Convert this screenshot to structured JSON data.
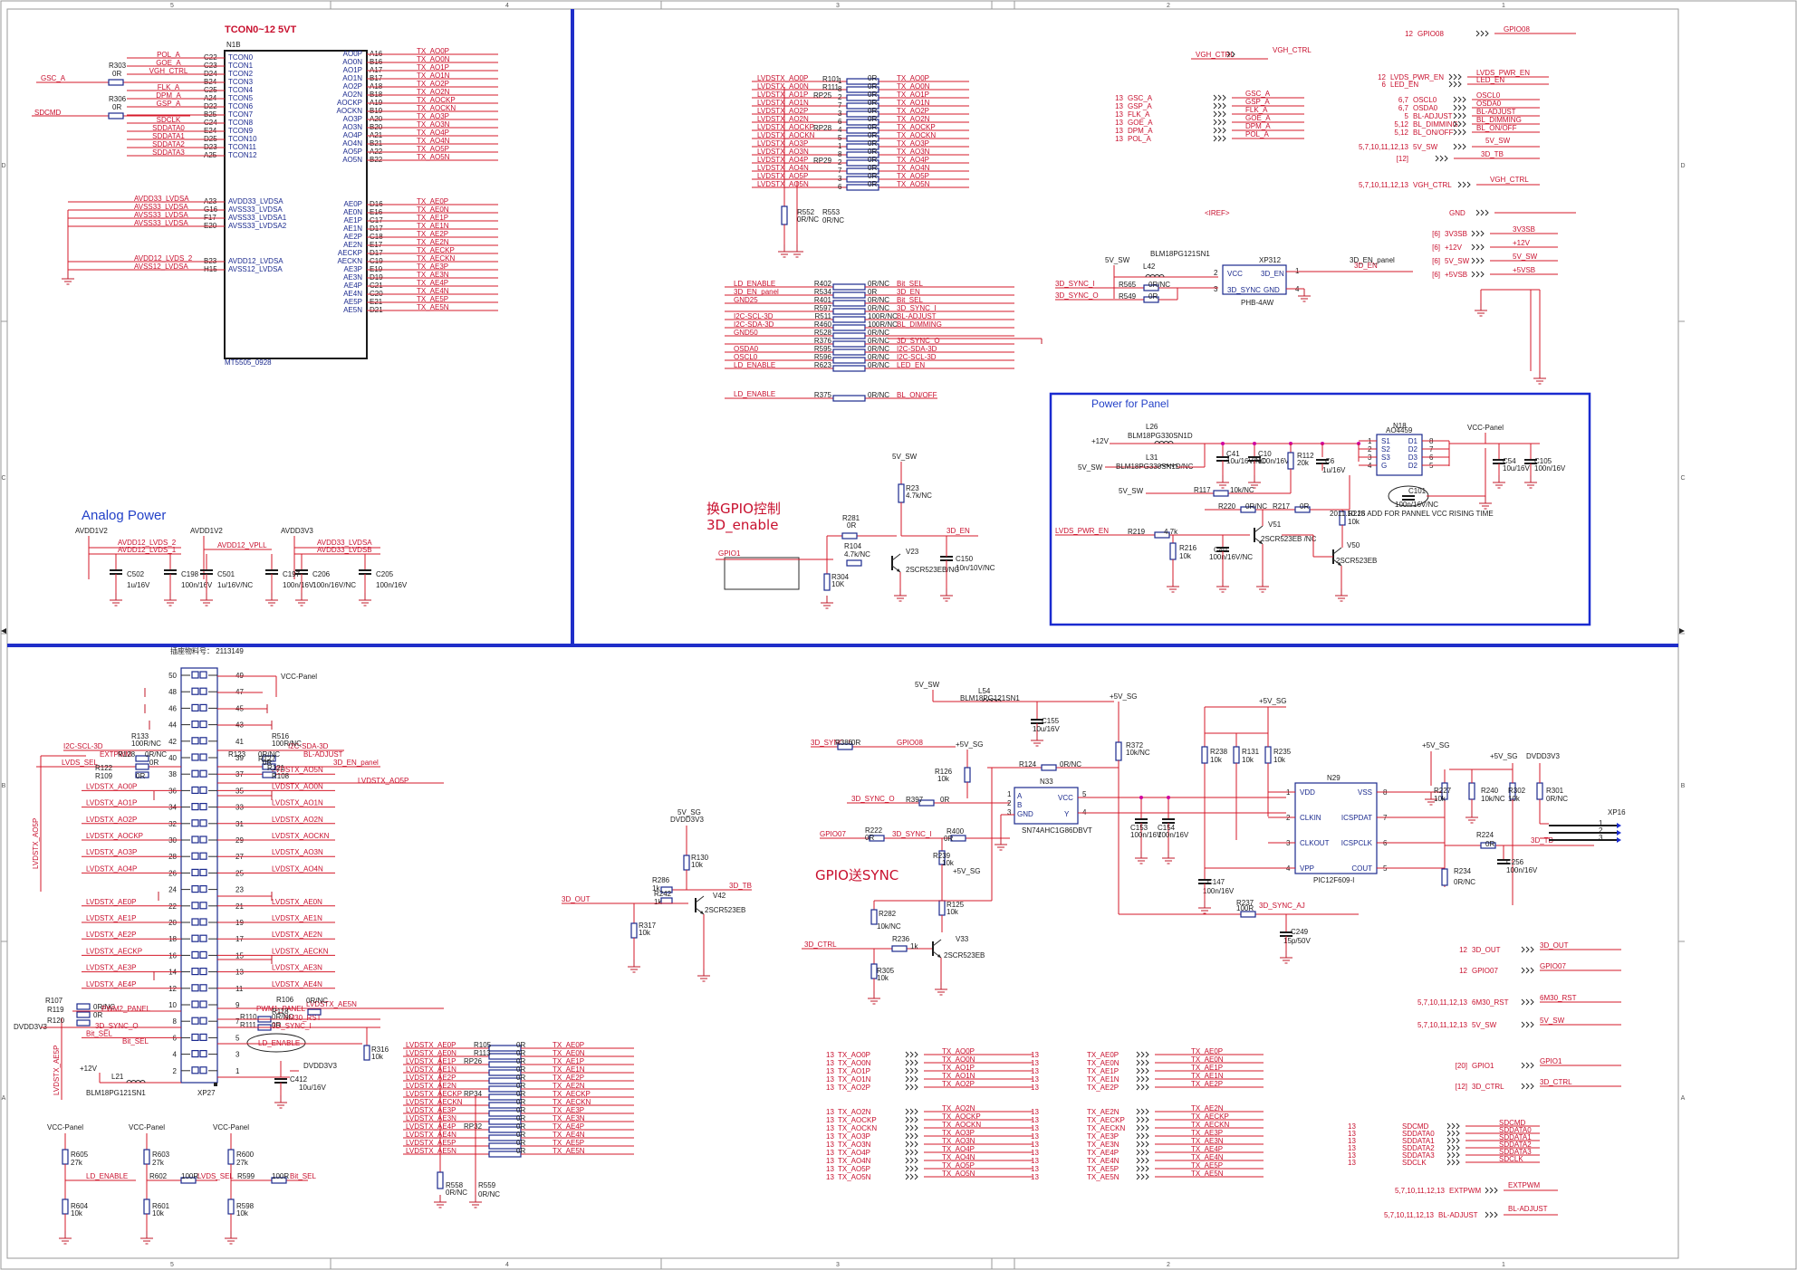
{
  "sheet": {
    "ruler_top": [
      "5",
      "4",
      "3",
      "2",
      "1"
    ],
    "ruler_side": [
      "D",
      "C",
      "B",
      "A"
    ]
  },
  "colors": {
    "wire": "#d6192a",
    "component": "#1b2a8e",
    "divider": "#1f2ec9",
    "junction": "#d000a0",
    "text_red": "#c8102e"
  },
  "tcon": {
    "title": "TCON0~12  5VT",
    "ref": "N1B",
    "part": "MT5505_0928",
    "left_nets": [
      "POL_A",
      "GOE_A",
      "VGH_CTRL",
      "",
      "FLK_A",
      "DPM_A",
      "GSP_A",
      "",
      "SDCLK",
      "SDDATA0",
      "SDDATA1",
      "SDDATA2",
      "SDDATA3"
    ],
    "left_balls": [
      "C22",
      "C23",
      "D24",
      "B24",
      "C25",
      "A24",
      "D22",
      "B25",
      "C24",
      "E24",
      "D25",
      "D23",
      "A25"
    ],
    "left_pins": [
      "TCON0",
      "TCON1",
      "TCON2",
      "TCON3",
      "TCON4",
      "TCON5",
      "TCON6",
      "TCON7",
      "TCON8",
      "TCON9",
      "TCON10",
      "TCON11",
      "TCON12"
    ],
    "right_pins_a": [
      "AO0P",
      "AO0N",
      "AO1P",
      "AO1N",
      "AO2P",
      "AO2N",
      "AOCKP",
      "AOCKN",
      "AO3P",
      "AO3N",
      "AO4P",
      "AO4N",
      "AO5P",
      "AO5N"
    ],
    "right_balls_a": [
      "A16",
      "B16",
      "A17",
      "B17",
      "A18",
      "B18",
      "A19",
      "B19",
      "A20",
      "B20",
      "A21",
      "B21",
      "A22",
      "B22"
    ],
    "right_nets_a": [
      "TX_AO0P",
      "TX_AO0N",
      "TX_AO1P",
      "TX_AO1N",
      "TX_AO2P",
      "TX_AO2N",
      "TX_AOCKP",
      "TX_AOCKN",
      "TX_AO3P",
      "TX_AO3N",
      "TX_AO4P",
      "TX_AO4N",
      "TX_AO5P",
      "TX_AO5N"
    ],
    "right_pins_e": [
      "AE0P",
      "AE0N",
      "AE1P",
      "AE1N",
      "AE2P",
      "AE2N",
      "AECKP",
      "AECKN",
      "AE3P",
      "AE3N",
      "AE4P",
      "AE4N",
      "AE5P",
      "AE5N"
    ],
    "right_balls_e": [
      "D16",
      "E16",
      "C17",
      "D17",
      "C18",
      "E17",
      "D17",
      "C19",
      "E19",
      "D19",
      "C21",
      "C20",
      "E21",
      "D21"
    ],
    "right_nets_e": [
      "TX_AE0P",
      "TX_AE0N",
      "TX_AE1P",
      "TX_AE1N",
      "TX_AE2P",
      "TX_AE2N",
      "TX_AECKP",
      "TX_AECKN",
      "TX_AE3P",
      "TX_AE3N",
      "TX_AE4P",
      "TX_AE4N",
      "TX_AE5P",
      "TX_AE5N"
    ],
    "power_nets": [
      "AVDD33_LVDSA",
      "AVSS33_LVDSA",
      "AVSS33_LVDSA",
      "AVSS33_LVDSA"
    ],
    "power_balls": [
      "A23",
      "G16",
      "F17",
      "E20"
    ],
    "power_pins": [
      "AVDD33_LVDSA",
      "AVSS33_LVDSA",
      "AVSS33_LVDSA1",
      "AVSS33_LVDSA2"
    ],
    "power12_nets": [
      "AVDD12_LVDS_2",
      "AVSS12_LVDSA"
    ],
    "power12_balls": [
      "B23",
      "H15"
    ],
    "power12_pins": [
      "AVDD12_LVDSA",
      "AVSS12_LVDSA"
    ],
    "gsc_net": "GSC_A",
    "gsc_res": "R303",
    "gsc_val": "0R",
    "sdcmd_net": "SDCMD",
    "sdcmd_res": "R306",
    "sdcmd_val": "0R"
  },
  "analog_power": {
    "title": "Analog Power",
    "rails": [
      "AVDD1V2",
      "AVDD1V2",
      "AVDD3V3"
    ],
    "nets": [
      "AVDD12_LVDS_2",
      "AVDD12_LVDS_1",
      "AVDD12_VPLL",
      "AVDD33_LVDSA",
      "AVDD33_LVDSB"
    ],
    "caps": [
      "C502",
      "C198",
      "C501",
      "C197",
      "C206",
      "C205"
    ],
    "values": [
      "1u/16V",
      "100n/16V",
      "1u/16V/NC",
      "100n/16V",
      "100n/16V/NC",
      "100n/16V"
    ]
  },
  "lvds_res": {
    "inputs": [
      "LVDSTX_AO0P",
      "LVDSTX_AO0N",
      "LVDSTX_AO1P",
      "LVDSTX_AO1N",
      "LVDSTX_AO2P",
      "LVDSTX_AO2N",
      "LVDSTX_AOCKP",
      "LVDSTX_AOCKN",
      "LVDSTX_AO3P",
      "LVDSTX_AO3N",
      "LVDSTX_AO4P",
      "LVDSTX_AO4N",
      "LVDSTX_AO5P",
      "LVDSTX_AO5N"
    ],
    "outputs": [
      "TX_AO0P",
      "TX_AO0N",
      "TX_AO1P",
      "TX_AO1N",
      "TX_AO2P",
      "TX_AO2N",
      "TX_AOCKP",
      "TX_AOCKN",
      "TX_AO3P",
      "TX_AO3N",
      "TX_AO4P",
      "TX_AO4N",
      "TX_AO5P",
      "TX_AO5N"
    ],
    "refs": [
      "R101",
      "R111",
      "RP25",
      "RP28",
      "RP29"
    ],
    "values": [
      "0R",
      "0R",
      "0R",
      "0R",
      "0R",
      "0R",
      "0R",
      "0R",
      "0R",
      "0R",
      "0R",
      "0R",
      "0R",
      "0R"
    ],
    "pins": [
      "1",
      "8",
      "2",
      "7",
      "3",
      "6",
      "4",
      "5",
      "1",
      "8",
      "2",
      "7",
      "3",
      "6",
      "4",
      "5"
    ],
    "bottom_refs": [
      "R552",
      "R553"
    ],
    "bottom_vals": [
      "0R/NC",
      "0R/NC"
    ]
  },
  "sel_res": {
    "inputs": [
      "LD_ENABLE",
      "3D_EN_panel",
      "GND25",
      "",
      "I2C-SCL-3D",
      "I2C-SDA-3D",
      "GND50",
      "",
      "OSDA0",
      "OSCL0",
      "LD_ENABLE"
    ],
    "refs": [
      "R402",
      "R534",
      "R401",
      "R597",
      "R511",
      "R460",
      "R528",
      "R376",
      "R595",
      "R596",
      "R623"
    ],
    "values": [
      "0R/NC",
      "0R",
      "0R/NC",
      "0R/NC",
      "100R/NC",
      "100R/NC",
      "0R/NC",
      "0R/NC",
      "0R/NC",
      "0R/NC",
      "0R/NC"
    ],
    "outputs": [
      "Bit_SEL",
      "3D_EN",
      "Bit_SEL",
      "3D_SYNC_I",
      "BL-ADJUST",
      "BL_DIMMING",
      "",
      "3D_SYNC_O",
      "I2C-SDA-3D",
      "I2C-SCL-3D",
      "LED_EN"
    ],
    "last_in": "LD_ENABLE",
    "last_ref": "R375",
    "last_val": "0R/NC",
    "last_out": "BL_ON/OFF"
  },
  "gpio_block": {
    "note_cn": "换GPIO控制",
    "note_en": "3D_enable",
    "net_in": "GPIO1",
    "rail": "5V_SW",
    "r23": "R23",
    "r23v": "4.7k/NC",
    "r281": "R281",
    "r281v": "0R",
    "r104": "R104",
    "r104v": "4.7k/NC",
    "r304": "R304",
    "r304v": "10K",
    "q": "V23",
    "qpart": "2SCR523EB/NC",
    "c": "C150",
    "cv": "10n/10V/NC",
    "net_out": "3D_EN"
  },
  "right_top": {
    "vgh_left": "VGH_CTRL",
    "vgh_right": "VGH_CTRL",
    "gpio08": {
      "num": "12",
      "label": "GPIO08",
      "net": "GPIO08"
    },
    "lvds_pwr": {
      "num": "12",
      "label": "LVDS_PWR_EN",
      "net": "LVDS_PWR_EN"
    },
    "led_en": {
      "num": "6",
      "label": "LED_EN",
      "net": "LED_EN"
    },
    "left_nums": [
      "13",
      "13",
      "13",
      "13",
      "13",
      "13"
    ],
    "left_labels": [
      "GSC_A",
      "GSP_A",
      "FLK_A",
      "GOE_A",
      "DPM_A",
      "POL_A"
    ],
    "left_nets": [
      "GSC_A",
      "GSP_A",
      "FLK_A",
      "GOE_A",
      "DPM_A",
      "POL_A"
    ],
    "right_nums": [
      "6,7",
      "6,7",
      "5",
      "5,12",
      "5,12"
    ],
    "right_labels": [
      "OSCL0",
      "OSDA0",
      "BL-ADJUST",
      "BL_DIMMING",
      "BL_ON/OFF"
    ],
    "right_nets": [
      "OSCL0",
      "OSDA0",
      "BL-ADJUST",
      "BL_DIMMING",
      "BL_ON/OFF"
    ],
    "5vsw": {
      "num": "5,7,10,11,12,13",
      "label": "5V_SW",
      "net": "5V_SW"
    },
    "3dtb": {
      "num": "[12]",
      "label": "3D_TB",
      "net": "3D_TB"
    },
    "vghctrl": {
      "num": "5,7,10,11,12,13",
      "label": "VGH_CTRL",
      "net": "VGH_CTRL"
    },
    "iref": "<IREF>",
    "gnd": "GND",
    "rail_nums": [
      "[6]",
      "[6]",
      "[6]",
      "[6]"
    ],
    "rail_labels": [
      "3V3SB",
      "+12V",
      "5V_SW",
      "+5VSB"
    ],
    "rail_nets": [
      "3V3SB",
      "+12V",
      "5V_SW",
      "+5VSB"
    ]
  },
  "phb": {
    "rail": "5V_SW",
    "ind": "L42",
    "ind_part": "BLM18PG121SN1",
    "ref": "XP312",
    "part": "PHB-4AW",
    "pins": [
      "VCC",
      "3D_EN",
      "3D_SYNC",
      "GND"
    ],
    "nums": [
      "2",
      "1",
      "3",
      "4"
    ],
    "net_out": "3D_EN_panel",
    "net_out2": "3D_EN",
    "in1": "3D_SYNC_I",
    "r1": "R565",
    "r1v": "0R/NC",
    "in2": "3D_SYNC_O",
    "r2": "R549",
    "r2v": "0R"
  },
  "power_panel": {
    "title": "Power for Panel",
    "v12": "+12V",
    "l26": "L26",
    "l26p": "BLM18PG330SN1D",
    "l31": "L31",
    "l31p": "BLM18PG330SN1D/NC",
    "v5": "5V_SW",
    "c41": "C41",
    "c41v": "10u/16V/NC",
    "c10": "C10",
    "c10v": "100n/16V",
    "r112": "R112",
    "r112v": "20k",
    "c6": "C6",
    "c6v": "1u/16V",
    "mos": "N18",
    "mosp": "AO4459",
    "mos_pins_l": [
      "S1",
      "S2",
      "S3",
      "G"
    ],
    "mos_pins_r": [
      "D1",
      "D2",
      "D3",
      "D2"
    ],
    "mos_nums_l": [
      "1",
      "2",
      "3",
      "4"
    ],
    "mos_nums_r": [
      "8",
      "7",
      "6",
      "5"
    ],
    "vcc": "VCC-Panel",
    "c54": "C54",
    "c54v": "10u/16V",
    "c105": "C105",
    "c105v": "100n/16V",
    "r117": "R117",
    "r117v": "10k/NC",
    "r220": "R220",
    "r220v": "0R/NC",
    "r217": "R217",
    "r217v": "0R",
    "r218": "R218",
    "r218v": "10k",
    "c101": "C101",
    "c101v": "100n/16V/NC",
    "note": "2011.10.25  ADD FOR  PANNEL  VCC RISING TIME",
    "en": "LVDS_PWR_EN",
    "r219": "R219",
    "r219v": "4.7k",
    "r216": "R216",
    "r216v": "10k",
    "c40": "C40",
    "c40v": "100n/16V/NC",
    "v51": "V51",
    "v51p": "2SCR523EB /NC",
    "v50": "V50",
    "v50p": "2SCR523EB"
  },
  "connector": {
    "ref": "XP27",
    "header_note": "插座物料号： 2113149",
    "left_pins": [
      "50",
      "48",
      "46",
      "44",
      "42",
      "40",
      "38",
      "36",
      "34",
      "32",
      "30",
      "28",
      "26",
      "24",
      "22",
      "20",
      "18",
      "16",
      "14",
      "12",
      "10",
      "8",
      "6",
      "4",
      "2"
    ],
    "right_pins": [
      "49",
      "47",
      "45",
      "43",
      "41",
      "39",
      "37",
      "35",
      "33",
      "31",
      "29",
      "27",
      "25",
      "23",
      "21",
      "19",
      "17",
      "15",
      "13",
      "11",
      "9",
      "7",
      "5",
      "3",
      "1"
    ],
    "vcc": "VCC-Panel",
    "left_nets": [
      "",
      "",
      "",
      "",
      "",
      "",
      "",
      "LVDSTX_AO0P",
      "LVDSTX_AO1P",
      "LVDSTX_AO2P",
      "LVDSTX_AOCKP",
      "LVDSTX_AO3P",
      "LVDSTX_AO4P",
      "",
      "LVDSTX_AE0P",
      "LVDSTX_AE1P",
      "LVDSTX_AE2P",
      "LVDSTX_AECKP",
      "LVDSTX_AE3P",
      "LVDSTX_AE4P",
      "",
      "",
      "Bit_SEL",
      "",
      ""
    ],
    "right_nets": [
      "",
      "",
      "",
      "",
      "",
      "",
      "LVDSTX_AO5N",
      "LVDSTX_AO0N",
      "LVDSTX_AO1N",
      "LVDSTX_AO2N",
      "LVDSTX_AOCKN",
      "LVDSTX_AO3N",
      "LVDSTX_AO4N",
      "",
      "LVDSTX_AE0N",
      "LVDSTX_AE1N",
      "LVDSTX_AE2N",
      "LVDSTX_AECKN",
      "LVDSTX_AE3N",
      "LVDSTX_AE4N",
      "",
      "",
      "",
      "",
      ""
    ],
    "side_label_1": "LVDSTX_AO5P",
    "side_label_2": "LVDSTX_AE5P",
    "i2c_scl": "I2C-SCL-3D",
    "i2c_sda": "I2C-SDA-3D",
    "r133": "R133",
    "r133v": "100R/NC",
    "r516": "R516",
    "r516v": "100R/NC",
    "extpwm": "EXTPWM",
    "bladj": "BL-ADJUST",
    "lvds_sel": "LVDS_SEL",
    "r3den": "3D_EN_panel",
    "r122": "R122",
    "r128": "R128",
    "r109": "R109",
    "r123": "R123",
    "r121": "R121",
    "r127": "R127",
    "r108": "R108",
    "r126": "R126",
    "zr": "0R",
    "zrnc": "0R/NC",
    "r107": "R107",
    "r119": "R119",
    "r120": "R120",
    "dvdd": "DVDD3V3",
    "pwm2": "PWM2_PANEL",
    "sync_o": "3D_SYNC_O",
    "r106": "R106",
    "r118": "R118",
    "r110": "R110",
    "r111": "R111",
    "pwm_net": "PWM1_PANEL",
    "m30": "6M30_RST",
    "sync_i": "3D_SYNC_I",
    "ld_enable": "LD_ENABLE",
    "r316": "R316",
    "r316v": "10k",
    "c412": "C412",
    "c412v": "10u/16V",
    "dvdd2": "DVDD3V3",
    "v12": "+12V",
    "l21": "L21",
    "l21p": "BLM18PG121SN1",
    "ae5n": "LVDSTX_AE5N"
  },
  "bottom_res": {
    "inputs": [
      "LVDSTX_AE0P",
      "LVDSTX_AE0N",
      "LVDSTX_AE1P",
      "LVDSTX_AE1N",
      "LVDSTX_AE2P",
      "LVDSTX_AE2N",
      "LVDSTX_AECKP",
      "LVDSTX_AECKN",
      "LVDSTX_AE3P",
      "LVDSTX_AE3N",
      "LVDSTX_AE4P",
      "LVDSTX_AE4N",
      "LVDSTX_AE5P",
      "LVDSTX_AE5N"
    ],
    "outputs": [
      "TX_AE0P",
      "TX_AE0N",
      "TX_AE1P",
      "TX_AE1N",
      "TX_AE2P",
      "TX_AE2N",
      "TX_AECKP",
      "TX_AECKN",
      "TX_AE3P",
      "TX_AE3N",
      "TX_AE4P",
      "TX_AE4N",
      "TX_AE5P",
      "TX_AE5N"
    ],
    "refs": [
      "R105",
      "R113",
      "RP26",
      "RP34",
      "RP32"
    ],
    "bottom_refs": [
      "R558",
      "R559"
    ],
    "bottom_vals": [
      "0R/NC",
      "0R/NC"
    ]
  },
  "pullups": {
    "rails": [
      "VCC-Panel",
      "VCC-Panel",
      "VCC-Panel"
    ],
    "refs_top": [
      "R605",
      "R603",
      "R600"
    ],
    "vals_top": [
      "27k",
      "27k",
      "27k"
    ],
    "refs_bot": [
      "R604",
      "R601",
      "R598"
    ],
    "vals_bot": [
      "10k",
      "10k",
      "10k"
    ],
    "series": [
      "R602",
      "R599"
    ],
    "series_v": [
      "100R",
      "100R"
    ],
    "nets": [
      "LD_ENABLE",
      "LVDS_SEL",
      "Bit_SEL"
    ]
  },
  "tb_block": {
    "rail": "DVDD3V3",
    "rail2": "5V_SG",
    "r": [
      "R130",
      "R286",
      "R242",
      "R317"
    ],
    "rv": [
      "10k",
      "1k",
      "1k",
      "10k"
    ],
    "q": "V42",
    "qp": "2SCR523EB",
    "in": "3D_OUT",
    "out": "3D_TB"
  },
  "pic_block": {
    "sync_i_net": "3D_SYNC_I",
    "r": "R386",
    "rv": "0R",
    "gpio08": "GPIO08",
    "rail_5vsw": "5V_SW",
    "l54": "L54",
    "l54p": "BLM18PG121SN1",
    "c155": "C155",
    "c155v": "10u/16V",
    "rail_5vsg": "+5V_SG",
    "r372": "R372",
    "r372v": "10k/NC",
    "r126": "R126",
    "r126v": "10k",
    "r124": "R124",
    "r124v": "0R/NC",
    "sync_o_net": "3D_SYNC_O",
    "r397": "R397",
    "r397v": "0R",
    "n33": "N33",
    "n33p": "SN74AHC1G86DBVT",
    "n33_pins": [
      "A",
      "B",
      "GND",
      "VCC",
      "Y"
    ],
    "n33_nums": [
      "1",
      "2",
      "3",
      "5",
      "4"
    ],
    "c153": "C153",
    "c153v": "100n/16V",
    "c154": "C154",
    "c154v": "100n/16V",
    "gpio07": "GPIO07",
    "r222": "R222",
    "r222v": "0R",
    "sync_i2": "3D_SYNC_I",
    "r400": "R400",
    "r400v": "0R",
    "r239": "R239",
    "r239v": "10k",
    "r282": "R282",
    "r282v": "10k/NC",
    "r125": "R125",
    "r125v": "10k",
    "ctrl": "3D_CTRL",
    "r236": "R236",
    "r236v": "1k",
    "r305": "R305",
    "r305v": "10k",
    "q33": "V33",
    "q33p": "2SCR523EB",
    "note": "GPIO送SYNC",
    "r238": "R238",
    "r238v": "10k",
    "r131": "R131",
    "r131v": "10k",
    "r235": "R235",
    "r235v": "10k",
    "pic": "N29",
    "picp": "PIC12F609-I",
    "pic_l": [
      "VDD",
      "CLKIN",
      "CLKOUT",
      "VPP"
    ],
    "pic_r": [
      "VSS",
      "ICSPDAT",
      "ICSPCLK",
      "COUT"
    ],
    "pic_ln": [
      "1",
      "2",
      "3",
      "4"
    ],
    "pic_rn": [
      "8",
      "7",
      "6",
      "5"
    ],
    "c147": "C147",
    "c147v": "100n/16V",
    "r237": "R237",
    "r237v": "100R",
    "sync_aj": "3D_SYNC_AJ",
    "c249": "C249",
    "c249v": "15p/50V",
    "r227": "R227",
    "r227v": "10k",
    "r240": "R240",
    "r240v": "10k/NC",
    "r234": "R234",
    "r234v": "0R/NC",
    "rail_dvdd": "DVDD3V3",
    "r302": "R302",
    "r302v": "10k",
    "r301": "R301",
    "r301v": "0R/NC",
    "r224": "R224",
    "r224v": "0R",
    "c256": "C256",
    "c256v": "100n/16V",
    "xp16": "XP16",
    "xp_pins": [
      "1",
      "2",
      "3"
    ],
    "tb": "3D_TB"
  },
  "right_bottom": {
    "ports": [
      {
        "num": "12",
        "label": "3D_OUT",
        "net": "3D_OUT"
      },
      {
        "num": "12",
        "label": "GPIO07",
        "net": "GPIO07"
      },
      {
        "num": "5,7,10,11,12,13",
        "label": "6M30_RST",
        "net": "6M30_RST"
      },
      {
        "num": "5,7,10,11,12,13",
        "label": "5V_SW",
        "net": "5V_SW"
      },
      {
        "num": "[20]",
        "label": "GPIO1",
        "net": "GPIO1"
      },
      {
        "num": "[12]",
        "label": "3D_CTRL",
        "net": "3D_CTRL"
      }
    ],
    "sd_nums": [
      "13",
      "13",
      "13",
      "13",
      "13",
      "13"
    ],
    "sd_labels": [
      "SDCMD",
      "SDDATA0",
      "SDDATA1",
      "SDDATA2",
      "SDDATA3",
      "SDCLK"
    ],
    "sd_nets": [
      "SDCMD",
      "SDDATA0",
      "SDDATA1",
      "SDDATA2",
      "SDDATA3",
      "SDCLK"
    ],
    "ext": {
      "num": "5,7,10,11,12,13",
      "label": "EXTPWM",
      "net": "EXTPWM"
    },
    "bla": {
      "num": "5,7,10,11,12,13",
      "label": "BL-ADJUST",
      "net": "BL-ADJUST"
    }
  },
  "ports_mid": {
    "nums_ao": [
      "13",
      "13",
      "13",
      "13",
      "13",
      "13",
      "13",
      "13",
      "13",
      "13",
      "13",
      "13",
      "13",
      "13",
      "13"
    ],
    "labels_ao": [
      "TX_AO0P",
      "TX_AO0N",
      "TX_AO1P",
      "TX_AO1N",
      "TX_AO2P",
      "TX_AO2N",
      "TX_AOCKP",
      "TX_AOCKN",
      "TX_AO3P",
      "TX_AO3N",
      "TX_AO4P",
      "TX_AO4N",
      "TX_AO5P",
      "TX_AO5N"
    ],
    "nums_ae": [
      "13",
      "13",
      "13",
      "13",
      "13",
      "13",
      "13",
      "13",
      "13",
      "13",
      "13",
      "13",
      "13",
      "13",
      "13"
    ],
    "labels_ae": [
      "TX_AE0P",
      "TX_AE0N",
      "TX_AE1P",
      "TX_AE1N",
      "TX_AE2P",
      "TX_AE2N",
      "TX_AECKP",
      "TX_AECKN",
      "TX_AE3P",
      "TX_AE3N",
      "TX_AE4P",
      "TX_AE4N",
      "TX_AE5P",
      "TX_AE5N"
    ]
  }
}
